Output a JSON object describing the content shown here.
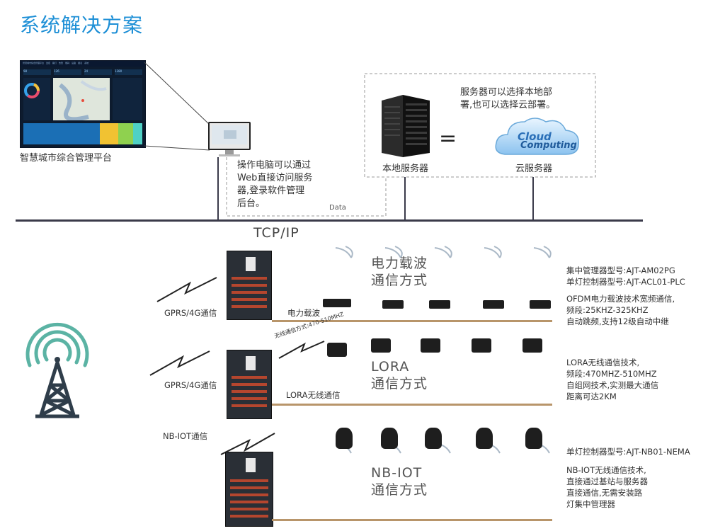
{
  "title": "系统解决方案",
  "platform": {
    "label": "智慧城市综合管理平台",
    "tabs": [
      "智慧城市综合管理平台",
      "监控",
      "路灯",
      "告警",
      "能耗",
      "设备",
      "报表",
      "系统"
    ],
    "stats": [
      "98",
      "126",
      "24",
      "1380"
    ]
  },
  "pc_note": [
    "操作电脑可以通过",
    "Web直接访问服务",
    "器,登录软件管理",
    "后台。"
  ],
  "data_label": "Data",
  "server_note": [
    "服务器可以选择本地部",
    "署,也可以选择云部署。"
  ],
  "equals": "=",
  "local_server_label": "本地服务器",
  "cloud_server_label": "云服务器",
  "cloud_text": [
    "Cloud",
    "Computing"
  ],
  "tcp_label": "TCP/IP",
  "gprs1": "GPRS/4G通信",
  "gprs2": "GPRS/4G通信",
  "nbiot_link": "NB-IOT通信",
  "plc_line_label": "电力载波",
  "lora_line_label": "LORA无线通信",
  "wireless_label": "无线通信方式:470-510MHZ",
  "section1": {
    "name": [
      "电力载波",
      "通信方式"
    ],
    "model": [
      "集中管理器型号:AJT-AM02PG",
      "单灯控制器型号:AJT-ACL01-PLC"
    ],
    "desc": [
      "OFDM电力载波技术宽频通信,",
      "频段:25KHZ-325KHZ",
      "自动跳频,支持12级自动中继"
    ]
  },
  "section2": {
    "name": [
      "LORA",
      "通信方式"
    ],
    "desc": [
      "LORA无线通信技术,",
      "频段:470MHZ-510MHZ",
      "自组网技术,实测最大通信",
      "距离可达2KM"
    ]
  },
  "section3": {
    "name": [
      "NB-IOT",
      "通信方式"
    ],
    "model": [
      "单灯控制器型号:AJT-NB01-NEMA"
    ],
    "desc": [
      "NB-IOT无线通信技术,",
      "直接通过基站与服务器",
      "直接通信,无需安装路",
      "灯集中管理器"
    ]
  },
  "colors": {
    "title": "#1d8fd6",
    "bus": "#3a3a4a",
    "ground": "#b8956a",
    "tower": "#2f3d4a",
    "signal": "#5bb3a4",
    "cabinet": "#2a2f36"
  }
}
